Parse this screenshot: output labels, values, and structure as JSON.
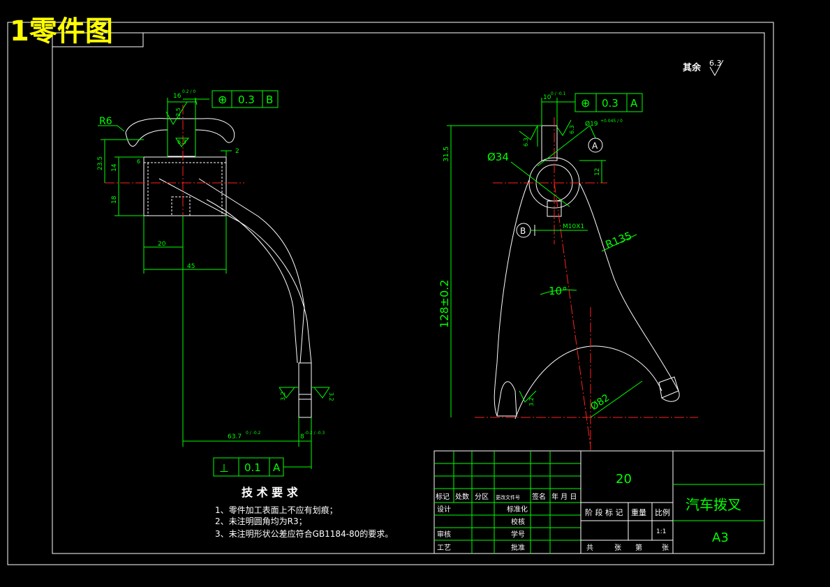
{
  "header": {
    "title": "1零件图"
  },
  "surface_finish_note": {
    "label": "其余",
    "value": "6.3"
  },
  "side_view": {
    "radius_label": "R6",
    "top_width_dim": "16",
    "top_width_tol": "0.2 / 0",
    "roughness_top": "6.3",
    "roughness_small": "6.3",
    "roughness_mid": "12.5",
    "gap_dim": "2",
    "dim_23_5": "23.5",
    "dim_14": "14",
    "dim_18": "18",
    "dim_6": "6",
    "dim_20": "20",
    "dim_45": "45",
    "dim_63_7": "63.7",
    "dim_63_7_tol": "0 / -0.2",
    "dim_8": "8",
    "dim_8_tol": "-0.2 / -0.3",
    "roughness_bottom_left": "3.2",
    "roughness_bottom_right": "3.2",
    "tolerance_top": {
      "symbol": "⊕",
      "value": "0.3",
      "datum": "B"
    },
    "tolerance_bottom": {
      "symbol": "⊥",
      "value": "0.1",
      "datum": "A"
    }
  },
  "front_view": {
    "dim_10": "10",
    "dim_10_tol": "0 / -0.1",
    "tolerance_top": {
      "symbol": "⊕",
      "value": "0.3",
      "datum": "A"
    },
    "roughness_left": "6.3",
    "roughness_right": "6.3",
    "hole_dim": "Ø19",
    "hole_tol": "+0.045 / 0",
    "datum_a": "A",
    "datum_b": "B",
    "dim_34": "Ø34",
    "dim_31_5": "31.5",
    "dim_12": "12",
    "thread": "M10X1",
    "radius_135": "R135",
    "angle": "10°",
    "dim_128": "128±0.2",
    "dim_82": "Ø82",
    "roughness_fork": "3.2"
  },
  "tech_requirements": {
    "heading": "技 术 要 求",
    "items": [
      "1、零件加工表面上不应有划痕；",
      "2、未注明圆角均为R3；",
      "3、未注明形状公差应符合GB1184-80的要求。"
    ]
  },
  "title_block": {
    "material": "20",
    "part_name": "汽车拨叉",
    "sheet_size": "A3",
    "scale": "1:1",
    "row_labels": [
      "标记",
      "处数",
      "分区",
      "更改文件号",
      "签名",
      "年 月 日"
    ],
    "design": "设计",
    "standardize": "标准化",
    "review": "审核",
    "process": "工艺",
    "approve": "批准",
    "stage_mark": "阶 段 标 记",
    "weight": "重量",
    "scale_label": "比例",
    "total": "共",
    "sheets": "张",
    "page": "第",
    "sheet2": "张",
    "check": "校核",
    "number": "学号"
  }
}
